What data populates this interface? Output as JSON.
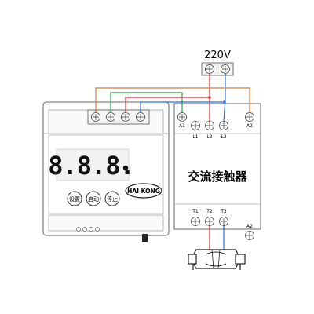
{
  "supply": {
    "voltage_label": "220V"
  },
  "controller": {
    "display_digits": "8.8.8.",
    "brand": "HAI KONG",
    "buttons": [
      {
        "label": "设置"
      },
      {
        "label": "启动"
      },
      {
        "label": "停止"
      }
    ]
  },
  "contactor": {
    "title": "交流接触器",
    "top_terminals": [
      "A1",
      "L1",
      "L2",
      "L3",
      "A2"
    ],
    "bottom_terminals": [
      "T1",
      "T2",
      "T3",
      "A2"
    ]
  },
  "wire_colors": {
    "orange": "#e0782e",
    "green": "#2e9e4a",
    "red": "#d8343a",
    "blue": "#2f6fd6",
    "pink": "#d64a8a"
  }
}
